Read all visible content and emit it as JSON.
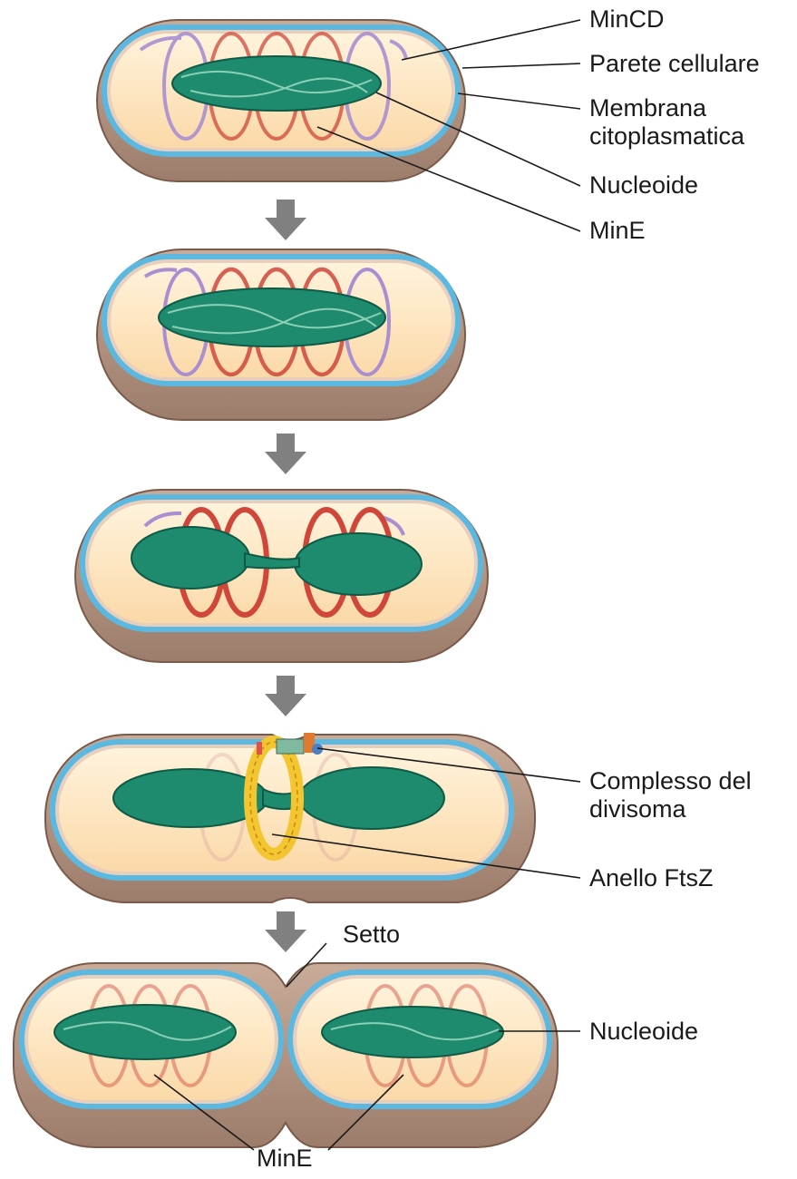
{
  "labels": {
    "mincd": "MinCD",
    "parete": "Parete cellulare",
    "membrana": "Membrana citoplasmatica",
    "nucleoide_top": "Nucleoide",
    "mine_top": "MinE",
    "divisoma": "Complesso del divisoma",
    "ftsz": "Anello FtsZ",
    "setto": "Setto",
    "nucleoide_bottom": "Nucleoide",
    "mine_bottom": "MinE"
  },
  "colors": {
    "wall": "#b89a88",
    "wall_dark": "#8e7060",
    "membrane": "#5bb8e0",
    "cytoplasm": "#fde7c2",
    "nucleoid": "#1e8a6e",
    "mine": "#d0473a",
    "mincd": "#a98fd0",
    "ftsz": "#f2c531",
    "arrow": "#808080"
  },
  "icons": [
    "down-arrow-icon",
    "down-arrow-icon",
    "down-arrow-icon",
    "down-arrow-icon"
  ]
}
